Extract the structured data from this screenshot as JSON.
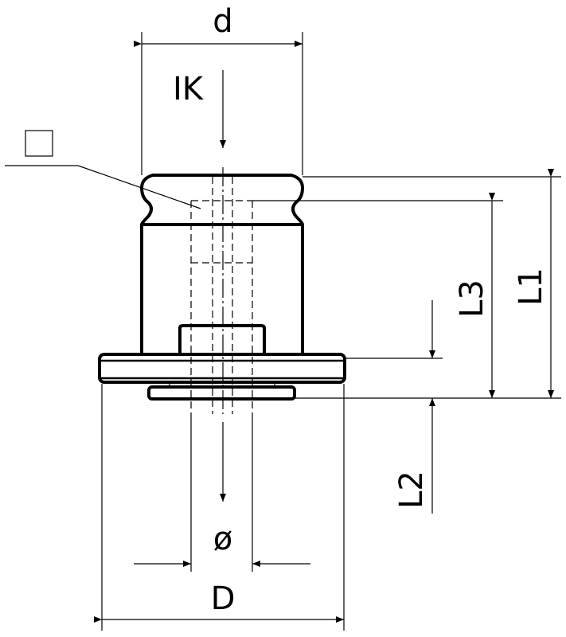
{
  "drawing": {
    "labels": {
      "d": "d",
      "IK": "IK",
      "L1": "L1",
      "L2": "L2",
      "L3": "L3",
      "phi": "ø",
      "D": "D"
    },
    "colors": {
      "line": "#000000",
      "background": "#ffffff"
    }
  }
}
